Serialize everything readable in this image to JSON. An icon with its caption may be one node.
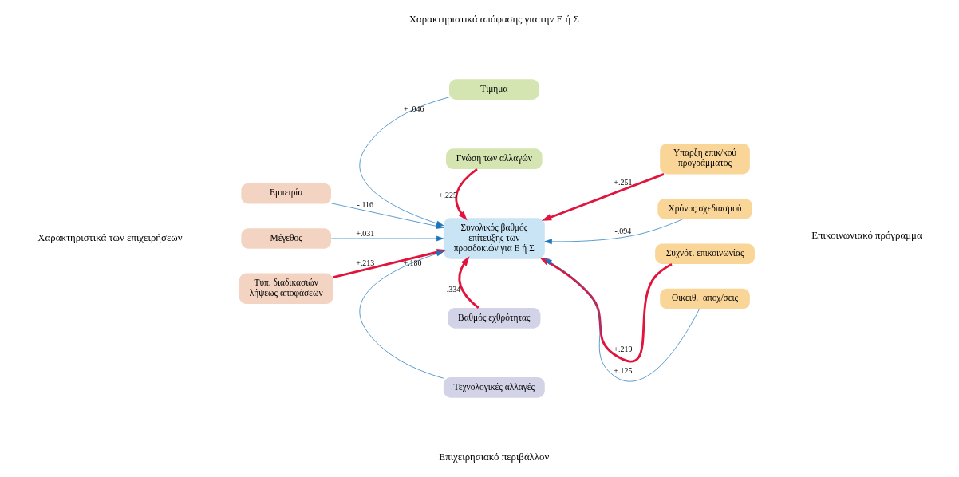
{
  "diagram": {
    "nodes": [
      {
        "text": [
          "Τίμημα"
        ]
      },
      {
        "text": [
          "Γνώση των αλλαγών"
        ]
      },
      {
        "text": [
          "Εμπειρία"
        ]
      },
      {
        "text": [
          "Υπαρξη επικ/κού προγράμματος"
        ]
      },
      {
        "text": [
          "Συνολικός βαθμός επίτευξης των προσδοκιών για Ε ή Σ"
        ]
      },
      {
        "text": [
          "Μέγεθος"
        ]
      },
      {
        "text": [
          "Χρόνος σχεδιασμού"
        ]
      },
      {
        "text": [
          "Τυπ. διαδικασιών λήψεως αποφάσεων"
        ]
      },
      {
        "text": [
          "Συχνότ. επικοινωνίας"
        ]
      },
      {
        "text": [
          "Οικειθ.  αποχ/σεις"
        ]
      },
      {
        "text": [
          "Βαθμός εχθρότητας"
        ]
      },
      {
        "text": [
          "Τεχνολογικές αλλαγές"
        ]
      }
    ],
    "edges": [
      {
        "from": 0,
        "to": 4,
        "arrow": "to",
        "label": "+ .046"
      },
      {
        "from": 1,
        "to": 4,
        "arrow": "to",
        "label": "+.225",
        "style": "thick",
        "color": "#e0143c"
      },
      {
        "from": 2,
        "to": 4,
        "arrow": "to",
        "label": "-.116"
      },
      {
        "from": 3,
        "to": 4,
        "arrow": "to",
        "label": "+.251",
        "style": "thick",
        "color": "#e0143c"
      },
      {
        "from": 5,
        "to": 4,
        "arrow": "to",
        "label": "+.031"
      },
      {
        "from": 6,
        "to": 4,
        "arrow": "to",
        "label": "-.094"
      },
      {
        "from": 7,
        "to": 4,
        "arrow": "to",
        "label": "+.213",
        "style": "thick",
        "color": "#e0143c"
      },
      {
        "from": 8,
        "to": 4,
        "arrow": "to",
        "label": "+.219",
        "style": "thick",
        "color": "#e0143c"
      },
      {
        "from": 9,
        "to": 4,
        "arrow": "to",
        "label": "+.125"
      },
      {
        "from": 10,
        "to": 4,
        "arrow": "to",
        "label": "-.334",
        "style": "thick",
        "color": "#e0143c"
      },
      {
        "from": 11,
        "to": 4,
        "arrow": "to",
        "label": "+.180"
      }
    ],
    "labels": [
      "Χαρακτηριστικά απόφασης για την Ε ή Σ",
      "Χαρακτηριστικά των επιχειρήσεων",
      "Επικοινωνιακό πρόγραμμα",
      "Επιχειρησιακό περιβάλλον"
    ]
  }
}
